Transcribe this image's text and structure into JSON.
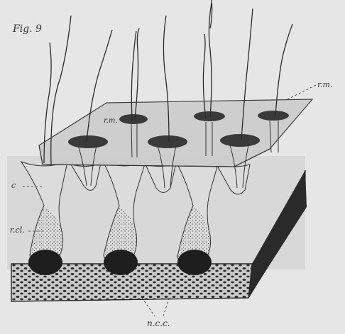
{
  "figure": {
    "title": "Fig. 9",
    "labels": {
      "rm_right": "r.m.",
      "rm_inner": "r.m.",
      "c": "c",
      "rcl": "r.cl.",
      "ncc": "n.c.c."
    }
  },
  "colors": {
    "background": "#e6e6e6",
    "ink": "#222222",
    "membrane": "#d0d0d0",
    "block_top": "#cfcfcf",
    "block_side": "#2a2a2a"
  }
}
